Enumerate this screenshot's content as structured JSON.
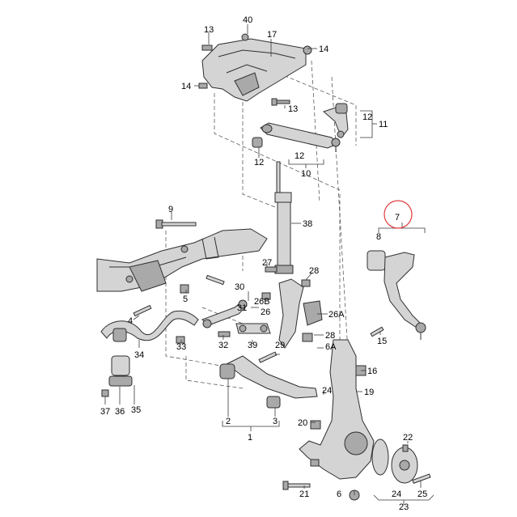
{
  "diagram": {
    "highlight_color": "#e03b3b",
    "callouts": [
      {
        "id": "c13a",
        "text": "13"
      },
      {
        "id": "c40",
        "text": "40"
      },
      {
        "id": "c17",
        "text": "17"
      },
      {
        "id": "c14a",
        "text": "14"
      },
      {
        "id": "c14b",
        "text": "14"
      },
      {
        "id": "c13b",
        "text": "13"
      },
      {
        "id": "c12a",
        "text": "12"
      },
      {
        "id": "c11",
        "text": "11"
      },
      {
        "id": "c12b",
        "text": "12"
      },
      {
        "id": "c12c",
        "text": "12"
      },
      {
        "id": "c10",
        "text": "10"
      },
      {
        "id": "c9",
        "text": "9"
      },
      {
        "id": "c38",
        "text": "38"
      },
      {
        "id": "c7",
        "text": "7"
      },
      {
        "id": "c8",
        "text": "8"
      },
      {
        "id": "c27",
        "text": "27"
      },
      {
        "id": "c28a",
        "text": "28"
      },
      {
        "id": "c30",
        "text": "30"
      },
      {
        "id": "c31",
        "text": "31"
      },
      {
        "id": "c26b",
        "text": "26B"
      },
      {
        "id": "c26",
        "text": "26"
      },
      {
        "id": "c26a",
        "text": "26A"
      },
      {
        "id": "c5",
        "text": "5"
      },
      {
        "id": "c4",
        "text": "4"
      },
      {
        "id": "c15",
        "text": "15"
      },
      {
        "id": "c28b",
        "text": "28"
      },
      {
        "id": "c6a",
        "text": "6A"
      },
      {
        "id": "c33",
        "text": "33"
      },
      {
        "id": "c32",
        "text": "32"
      },
      {
        "id": "c39",
        "text": "39"
      },
      {
        "id": "c29",
        "text": "29"
      },
      {
        "id": "c34",
        "text": "34"
      },
      {
        "id": "c16",
        "text": "16"
      },
      {
        "id": "c24a",
        "text": "24"
      },
      {
        "id": "c19",
        "text": "19"
      },
      {
        "id": "c37",
        "text": "37"
      },
      {
        "id": "c36",
        "text": "36"
      },
      {
        "id": "c35",
        "text": "35"
      },
      {
        "id": "c2",
        "text": "2"
      },
      {
        "id": "c3",
        "text": "3"
      },
      {
        "id": "c1",
        "text": "1"
      },
      {
        "id": "c20",
        "text": "20"
      },
      {
        "id": "c22",
        "text": "22"
      },
      {
        "id": "c21",
        "text": "21"
      },
      {
        "id": "c6",
        "text": "6"
      },
      {
        "id": "c24b",
        "text": "24"
      },
      {
        "id": "c25",
        "text": "25"
      },
      {
        "id": "c23",
        "text": "23"
      }
    ]
  }
}
